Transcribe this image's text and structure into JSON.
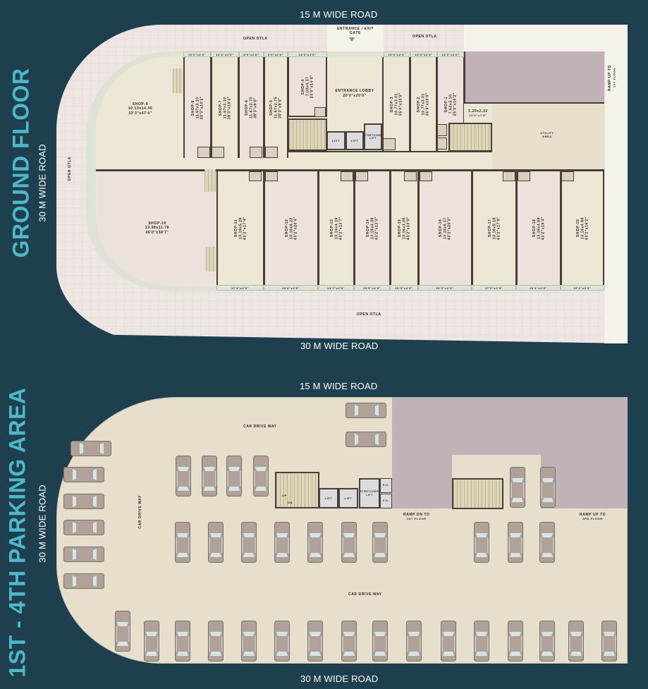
{
  "ground_floor": {
    "title": "GROUND FLOOR",
    "roads": {
      "top": "15 M WIDE ROAD",
      "bottom": "30 M WIDE ROAD",
      "left": "30 M WIDE ROAD"
    },
    "labels": {
      "open_otla_top_left": "OPEN OTLA",
      "open_otla_top_right": "OPEN OTLA",
      "open_otla_left": "OPEN OTLA",
      "open_otla_bottom": "OPEN OTLA",
      "entrance_gate": "ENTRANCE / EXIT GATE",
      "entrance_lobby": "ENTRANCE LOBBY",
      "entrance_lobby_size": "20'0\"x20'0\"",
      "lift_1": "LIFT",
      "lift_2": "LIFT",
      "stretcher_lift": "STRETCHER LIFT",
      "ramp_up": "RAMP UP TO",
      "ramp_up_sub": "1ST FLOOR",
      "utility_room": "3.20x2.32",
      "utility_room_ft": "10'6\"x7'8\"",
      "utility_area": "UTILITY AREA"
    },
    "top_strip_dims": [
      "10'0\"x2'6\"",
      "10'2\"x2'6\"",
      "9'0\"x2'6\"",
      "9'0\"x2'6\"",
      "14'4\"x2'6\"",
      "10'0\"x2'6\"",
      "10'0\"x2'6\"",
      "10'2\"x2'6\""
    ],
    "bottom_strip_dims": [
      "17'4\"x2'6\"",
      "20'4\"x2'6\"",
      "13'7\"x2'6\"",
      "13'3\"x2'6\"",
      "10'0\"x2'6\"",
      "20'3\"x2'6\"",
      "17'0\"x2'6\"",
      "16'4\"x2'6\"",
      "16'2\"x2'6\""
    ],
    "shops_top": [
      {
        "name": "SHOP-9",
        "m": "10.13x14.45",
        "ft": "33'3\"x47'4\""
      },
      {
        "name": "SHOP-8",
        "m": "11.67x3.10",
        "ft": "38'3\"x10'2\""
      },
      {
        "name": "SHOP-7",
        "m": "11.67x3.10",
        "ft": "38'3\"x10'2\""
      },
      {
        "name": "SHOP-6",
        "m": "11.67x2.75",
        "ft": "38'3\"x9'0\""
      },
      {
        "name": "SHOP-5",
        "m": "11.67x2.75",
        "ft": "38'3\"x9'0\""
      },
      {
        "name": "SHOP-4",
        "m": "7.00x4.37",
        "ft": "23'0\"x14'4\""
      },
      {
        "name": "SHOP-3",
        "m": "10.77x3.01",
        "ft": "35'4\"x10'0\""
      },
      {
        "name": "SHOP-2",
        "m": "10.77x3.01",
        "ft": "35'4\"x10'0\""
      },
      {
        "name": "SHOP-1",
        "m": "7.62x3.10",
        "ft": "25'0\"x10'2\""
      }
    ],
    "shops_bottom": [
      {
        "name": "SHOP-10",
        "m": "13.98x11.78",
        "ft": "46'0\"x38'7\""
      },
      {
        "name": "SHOP-11",
        "m": "13.16x5.29",
        "ft": "43'2\"x17'4\""
      },
      {
        "name": "SHOP-12",
        "m": "13.16x6.22",
        "ft": "43'2\"x20'4\""
      },
      {
        "name": "SHOP-13",
        "m": "13.16x4.18",
        "ft": "43'2\"x13'7\""
      },
      {
        "name": "SHOP-14",
        "m": "13.16x4.08",
        "ft": "43'2\"x13'3\""
      },
      {
        "name": "SHOP-15",
        "m": "13.16x3.05",
        "ft": "43'2\"x10'0\""
      },
      {
        "name": "SHOP-16",
        "m": "13.16x6.17",
        "ft": "43'2\"x20'3\""
      },
      {
        "name": "SHOP-17",
        "m": "13.16x5.18",
        "ft": "43'2\"x17'0\""
      },
      {
        "name": "SHOP-18",
        "m": "13.16x4.99",
        "ft": "43'2\"x16'4\""
      },
      {
        "name": "SHOP-19",
        "m": "13.16x4.98",
        "ft": "43'2\"x16'2\""
      }
    ]
  },
  "parking": {
    "title": "1ST - 4TH PARKING AREA",
    "roads": {
      "top": "15 M WIDE ROAD",
      "bottom": "30 M WIDE ROAD",
      "left": "30 M WIDE ROAD"
    },
    "labels": {
      "drive_top": "CAR DRIVE WAY",
      "drive_left": "CAR DRIVE WAY",
      "drive_mid": "CAR DRIVE WAY",
      "lift_1": "LIFT",
      "lift_2": "LIFT",
      "stretcher_lift": "STRETCHER LIFT",
      "ed": "E.D.",
      "fd": "F.D.",
      "ramp_dn": "RAMP DN TO",
      "ramp_dn_sub": "1ST FLOOR",
      "ramp_up": "RAMP UP TO",
      "ramp_up_sub": "3RD FLOOR",
      "stair_up": "UP",
      "stair_dn": "DN"
    },
    "car_count": 39
  },
  "colors": {
    "background": "#1e3f4e",
    "title_accent": "#4db8c9",
    "road_text": "#ffffff",
    "otla": "#ede5e1",
    "shop": "#ece2dc",
    "ramp": "#c0b2b6",
    "parking_floor": "#e6dfcc",
    "car_body": "#b0a299"
  }
}
